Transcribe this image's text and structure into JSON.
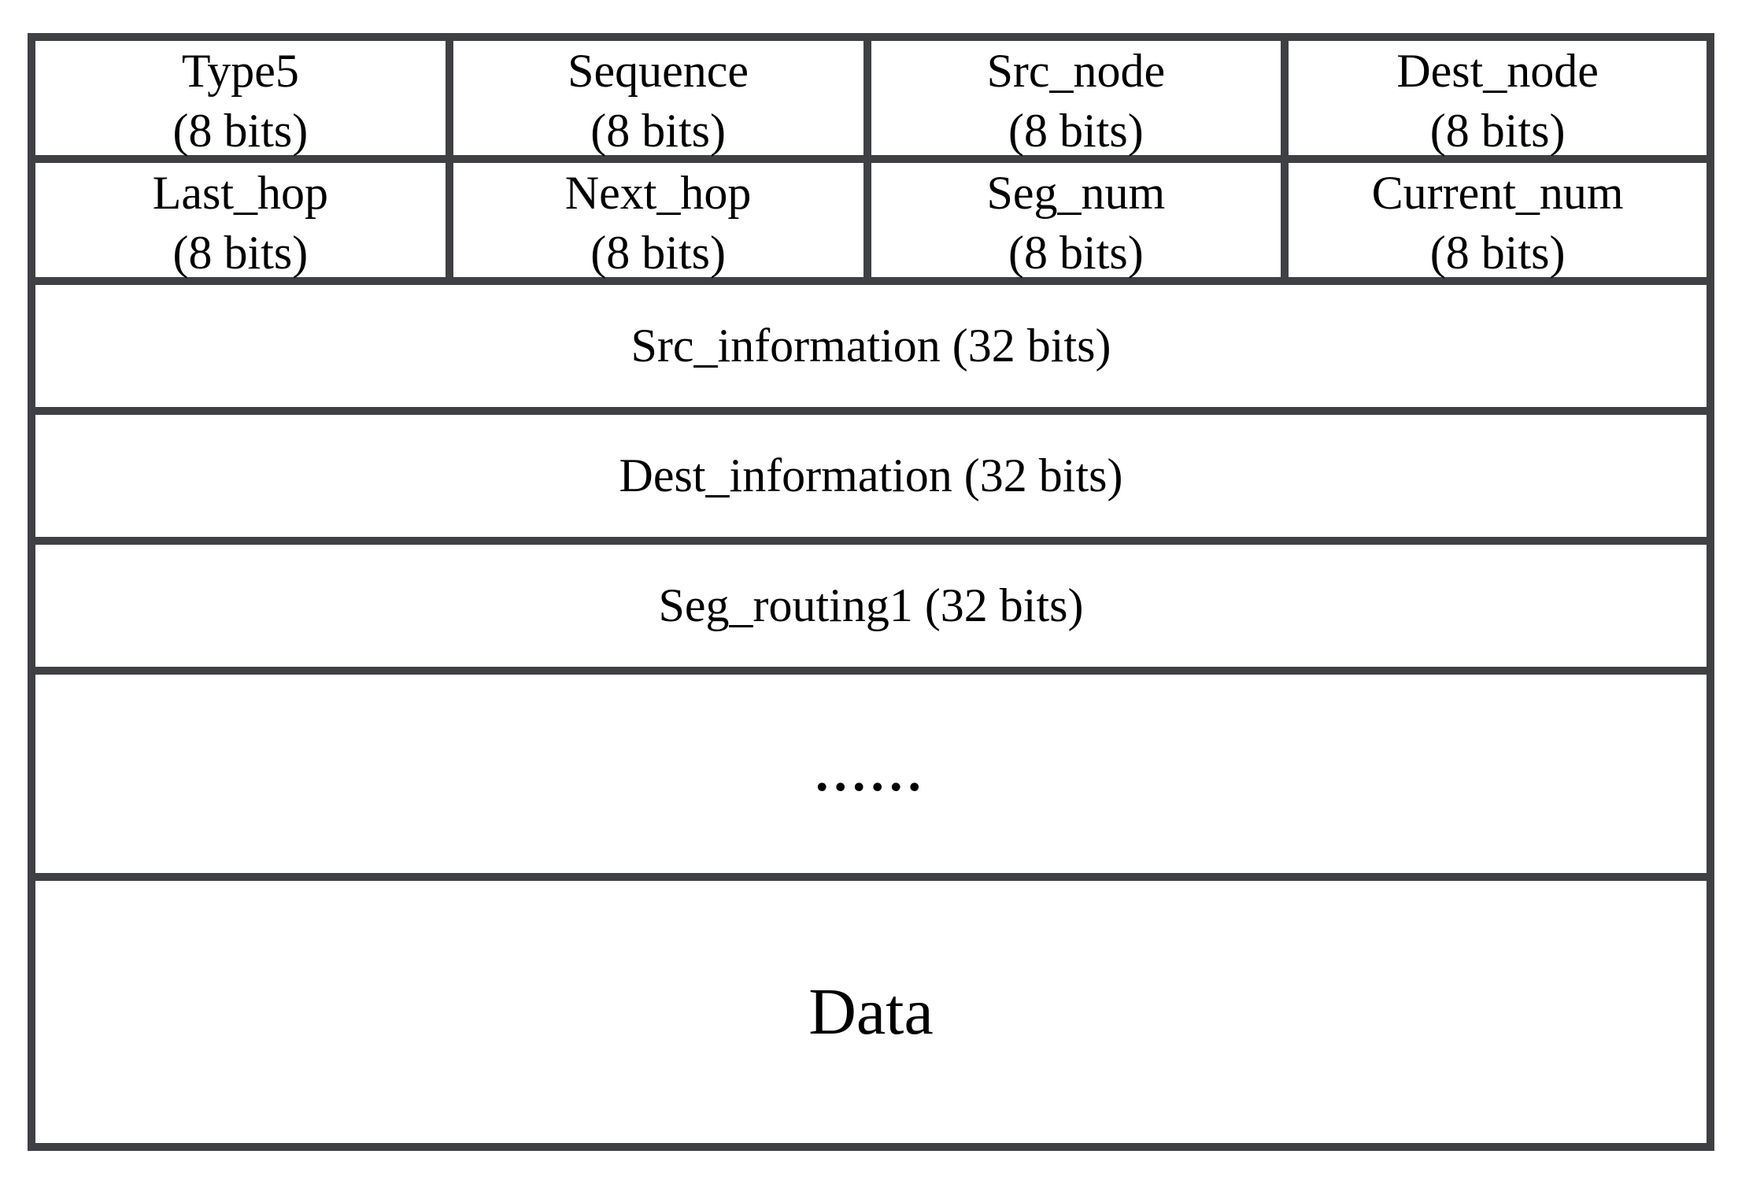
{
  "diagram": {
    "type": "packet-format-table",
    "border_color": "#3e4043",
    "background_color": "#ffffff",
    "text_color": "#000000",
    "header_rows": [
      {
        "cells": [
          {
            "name": "Type5",
            "bits": "(8 bits)"
          },
          {
            "name": "Sequence",
            "bits": "(8 bits)"
          },
          {
            "name": "Src_node",
            "bits": "(8 bits)"
          },
          {
            "name": "Dest_node",
            "bits": "(8 bits)"
          }
        ]
      },
      {
        "cells": [
          {
            "name": "Last_hop",
            "bits": "(8 bits)"
          },
          {
            "name": "Next_hop",
            "bits": "(8 bits)"
          },
          {
            "name": "Seg_num",
            "bits": "(8 bits)"
          },
          {
            "name": "Current_num",
            "bits": "(8 bits)"
          }
        ]
      }
    ],
    "full_rows": [
      {
        "label": "Src_information (32 bits)"
      },
      {
        "label": "Dest_information (32 bits)"
      },
      {
        "label": "Seg_routing1 (32 bits)"
      },
      {
        "label": "......"
      },
      {
        "label": "Data"
      }
    ]
  }
}
